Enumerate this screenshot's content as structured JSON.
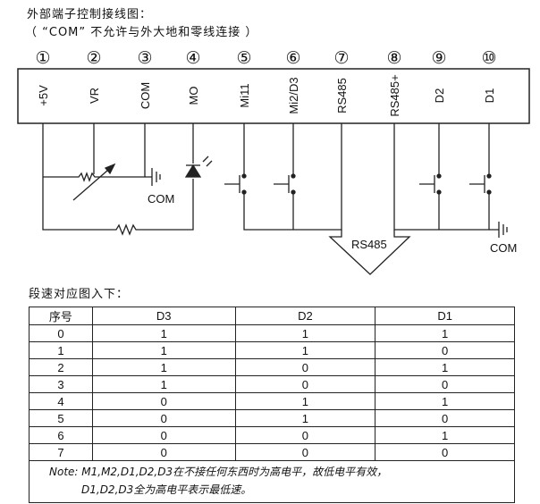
{
  "title": "外部端子控制接线图：",
  "subtitle": "（ “COM” 不允许与外大地和零线连接 ）",
  "terminals": [
    {
      "num": "①",
      "label": "+5V"
    },
    {
      "num": "②",
      "label": "VR"
    },
    {
      "num": "③",
      "label": "COM"
    },
    {
      "num": "④",
      "label": "MO"
    },
    {
      "num": "⑤",
      "label": "Mi11"
    },
    {
      "num": "⑥",
      "label": "Mi2/D3"
    },
    {
      "num": "⑦",
      "label": "RS485"
    },
    {
      "num": "⑧",
      "label": "RS485+"
    },
    {
      "num": "⑨",
      "label": "D2"
    },
    {
      "num": "⑩",
      "label": "D1"
    }
  ],
  "diagram": {
    "com_label_left": "COM",
    "com_label_right": "COM",
    "rs485_label": "RS485"
  },
  "table_title": "段速对应图入下：",
  "table": {
    "headers": [
      "序号",
      "D3",
      "D2",
      "D1"
    ],
    "rows": [
      [
        "0",
        "1",
        "1",
        "1"
      ],
      [
        "1",
        "1",
        "1",
        "0"
      ],
      [
        "2",
        "1",
        "0",
        "1"
      ],
      [
        "3",
        "1",
        "0",
        "0"
      ],
      [
        "4",
        "0",
        "1",
        "1"
      ],
      [
        "5",
        "0",
        "1",
        "0"
      ],
      [
        "6",
        "0",
        "0",
        "1"
      ],
      [
        "7",
        "0",
        "0",
        "0"
      ]
    ],
    "note_line1": "Note: M1,M2,D1,D2,D3在不接任何东西时为高电平，故低电平有效，",
    "note_line2": "D1,D2,D3全为高电平表示最低速。"
  }
}
